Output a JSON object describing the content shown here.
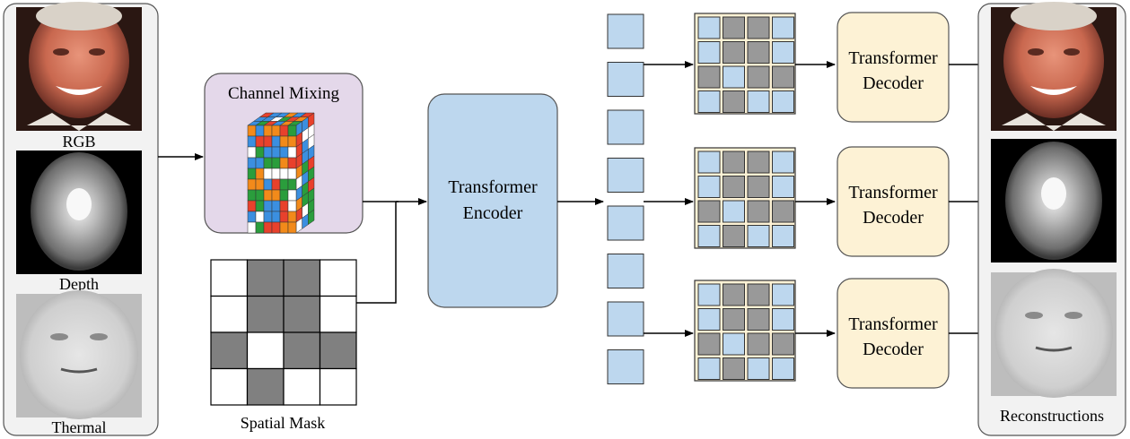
{
  "inputs": {
    "rgb_label": "RGB",
    "depth_label": "Depth",
    "thermal_label": "Thermal"
  },
  "channel_mixing": {
    "title": "Channel Mixing"
  },
  "spatial_mask": {
    "label": "Spatial Mask",
    "grid": [
      [
        0,
        1,
        1,
        0
      ],
      [
        0,
        1,
        1,
        0
      ],
      [
        1,
        0,
        1,
        1
      ],
      [
        0,
        1,
        0,
        0
      ]
    ]
  },
  "encoder": {
    "line1": "Transformer",
    "line2": "Encoder"
  },
  "token_count": 8,
  "masked_grids": [
    [
      [
        0,
        1,
        1,
        0
      ],
      [
        0,
        1,
        1,
        0
      ],
      [
        1,
        0,
        1,
        1
      ],
      [
        0,
        1,
        0,
        0
      ]
    ],
    [
      [
        0,
        1,
        1,
        0
      ],
      [
        0,
        1,
        1,
        0
      ],
      [
        1,
        0,
        1,
        1
      ],
      [
        0,
        1,
        0,
        0
      ]
    ],
    [
      [
        0,
        1,
        1,
        0
      ],
      [
        0,
        1,
        1,
        0
      ],
      [
        1,
        0,
        1,
        1
      ],
      [
        0,
        1,
        0,
        0
      ]
    ]
  ],
  "decoders": [
    {
      "line1": "Transformer",
      "line2": "Decoder"
    },
    {
      "line1": "Transformer",
      "line2": "Decoder"
    },
    {
      "line1": "Transformer",
      "line2": "Decoder"
    }
  ],
  "output": {
    "label": "Reconstructions"
  },
  "colors": {
    "panel_bg": "#f2f2f2",
    "token_fill": "#bdd7ee",
    "grid_bg": "#fdf2d5",
    "masked_fill": "#999999",
    "encoder_fill": "#bdd7ee",
    "decoder_fill": "#fdf2d5",
    "mixing_fill": "#e4d8ea",
    "mask_dark": "#808080"
  }
}
